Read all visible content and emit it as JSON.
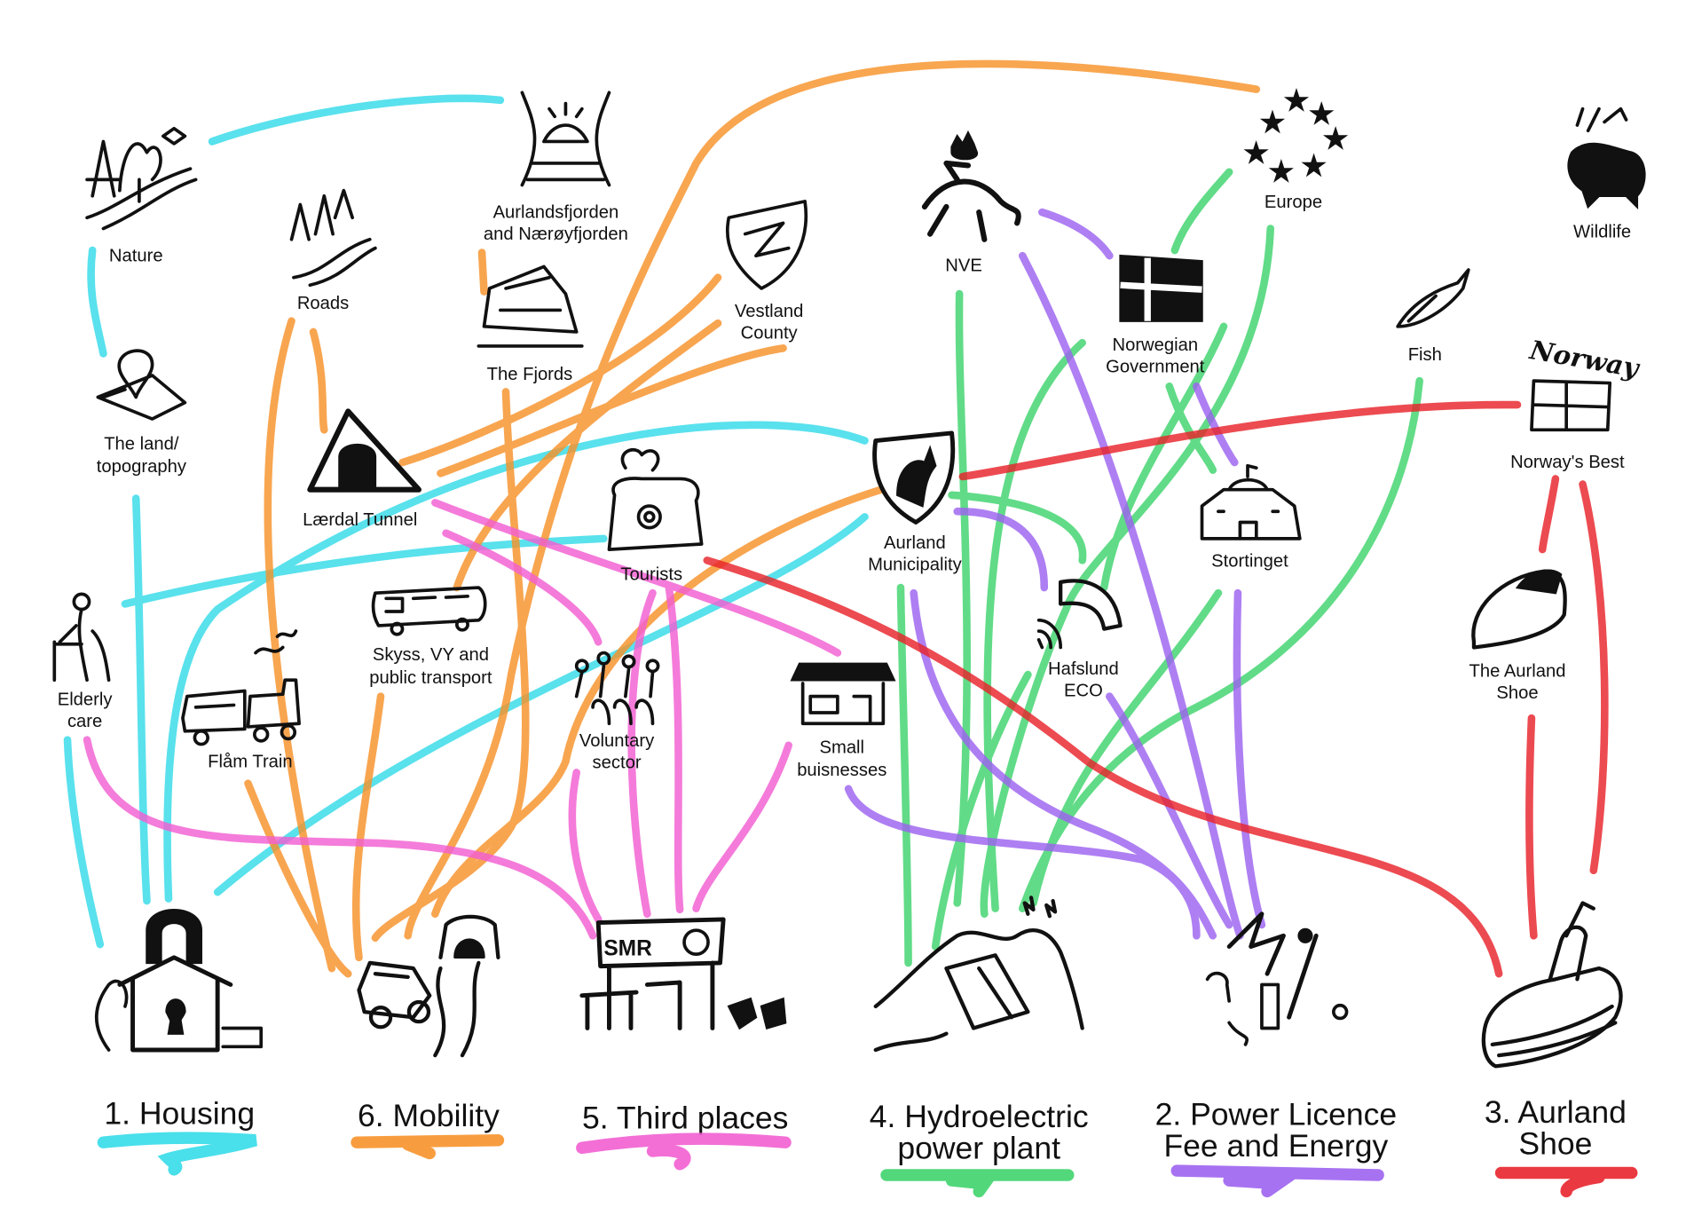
{
  "colors": {
    "housing": "#35dbe9",
    "mobility": "#f7922a",
    "third_places": "#f25fd2",
    "hydro": "#3fd46d",
    "power": "#9d63f0",
    "shoe": "#e8232b",
    "ink": "#111111"
  },
  "nodes": {
    "nature": "Nature",
    "fjords_line1": "Aurlandsfjorden",
    "fjords_line2": "and Nærøyfjorden",
    "roads": "Roads",
    "the_fjords": "The Fjords",
    "vestland_line1": "Vestland",
    "vestland_line2": "County",
    "nve": "NVE",
    "europe": "Europe",
    "wildlife": "Wildlife",
    "gov_line1": "Norwegian",
    "gov_line2": "Government",
    "fish": "Fish",
    "norway_logo": "Norway",
    "norways_best": "Norway's Best",
    "land_line1": "The land/",
    "land_line2": "topography",
    "laerdal": "Lærdal Tunnel",
    "tourists": "Tourists",
    "municipality_line1": "Aurland",
    "municipality_line2": "Municipality",
    "stortinget": "Stortinget",
    "hafslund_line1": "Hafslund",
    "hafslund_line2": "ECO",
    "aurland_shoe_line1": "The Aurland",
    "aurland_shoe_line2": "Shoe",
    "elderly_line1": "Elderly",
    "elderly_line2": "care",
    "flam_train": "Flåm Train",
    "skyss_line1": "Skyss, VY and",
    "skyss_line2": "public transport",
    "voluntary_line1": "Voluntary",
    "voluntary_line2": "sector",
    "small_line1": "Small",
    "small_line2": "buisnesses",
    "shop_sign": "SMR"
  },
  "categories": [
    {
      "line1": "1. Housing",
      "line2": ""
    },
    {
      "line1": "6. Mobility",
      "line2": ""
    },
    {
      "line1": "5. Third places",
      "line2": ""
    },
    {
      "line1": "4. Hydroelectric",
      "line2": "power plant"
    },
    {
      "line1": "2. Power Licence",
      "line2": "Fee and Energy"
    },
    {
      "line1": "3. Aurland",
      "line2": "Shoe"
    }
  ]
}
